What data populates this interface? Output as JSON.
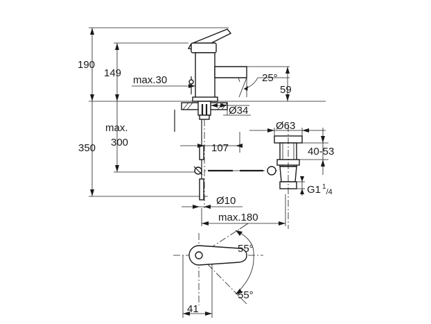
{
  "dimensions": {
    "total_height": "190",
    "spout_height": "149",
    "max_30": "max.30",
    "angle_25": "25°",
    "spout_59": "59",
    "dia_34": "Ø34",
    "max_label": "max.",
    "max_300": "300",
    "total_350": "350",
    "dia_63": "Ø63",
    "d_107": "107",
    "range_40_53": "40-53",
    "thread_g": "G1",
    "thread_sup": "1",
    "thread_sub": "/4",
    "dia_10": "Ø10",
    "max_180": "max.180",
    "angle_55_top": "55°",
    "angle_55_bottom": "55°",
    "d_41": "41"
  }
}
